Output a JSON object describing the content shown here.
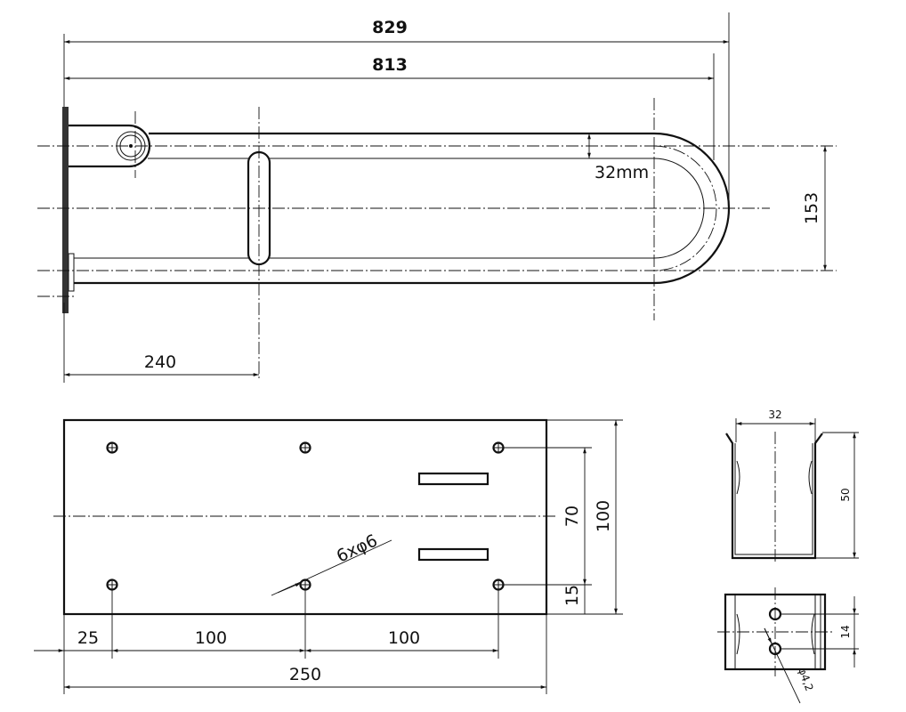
{
  "side_view": {
    "dim_overall": "829",
    "dim_inner": "813",
    "dim_tube": "32mm",
    "dim_height": "153",
    "dim_hinge": "240"
  },
  "wall_plate": {
    "dim_hole_spacing_v": "70",
    "dim_height": "100",
    "dim_edge_bottom": "15",
    "dim_edge_left": "25",
    "dim_spacing_1": "100",
    "dim_spacing_2": "100",
    "dim_width": "250",
    "holes_note": "6xφ6"
  },
  "clip": {
    "dim_width": "32",
    "dim_height": "50",
    "dim_hole_spacing": "14",
    "hole_note": "φ4,2"
  }
}
